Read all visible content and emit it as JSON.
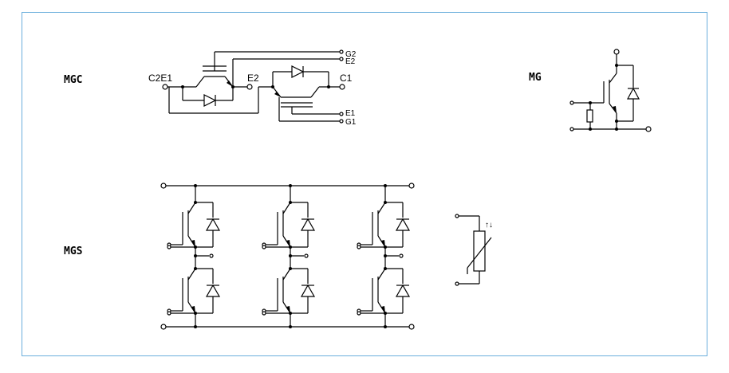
{
  "labels": {
    "mgc": "MGC",
    "mg": "MG",
    "mgs": "MGS"
  },
  "pins": {
    "c2e1": "C2E1",
    "e2": "E2",
    "c1": "C1",
    "g2": "G2",
    "e2_top": "E2",
    "e1": "E1",
    "g1": "G1",
    "thermistor_arrows": "↑↓"
  }
}
